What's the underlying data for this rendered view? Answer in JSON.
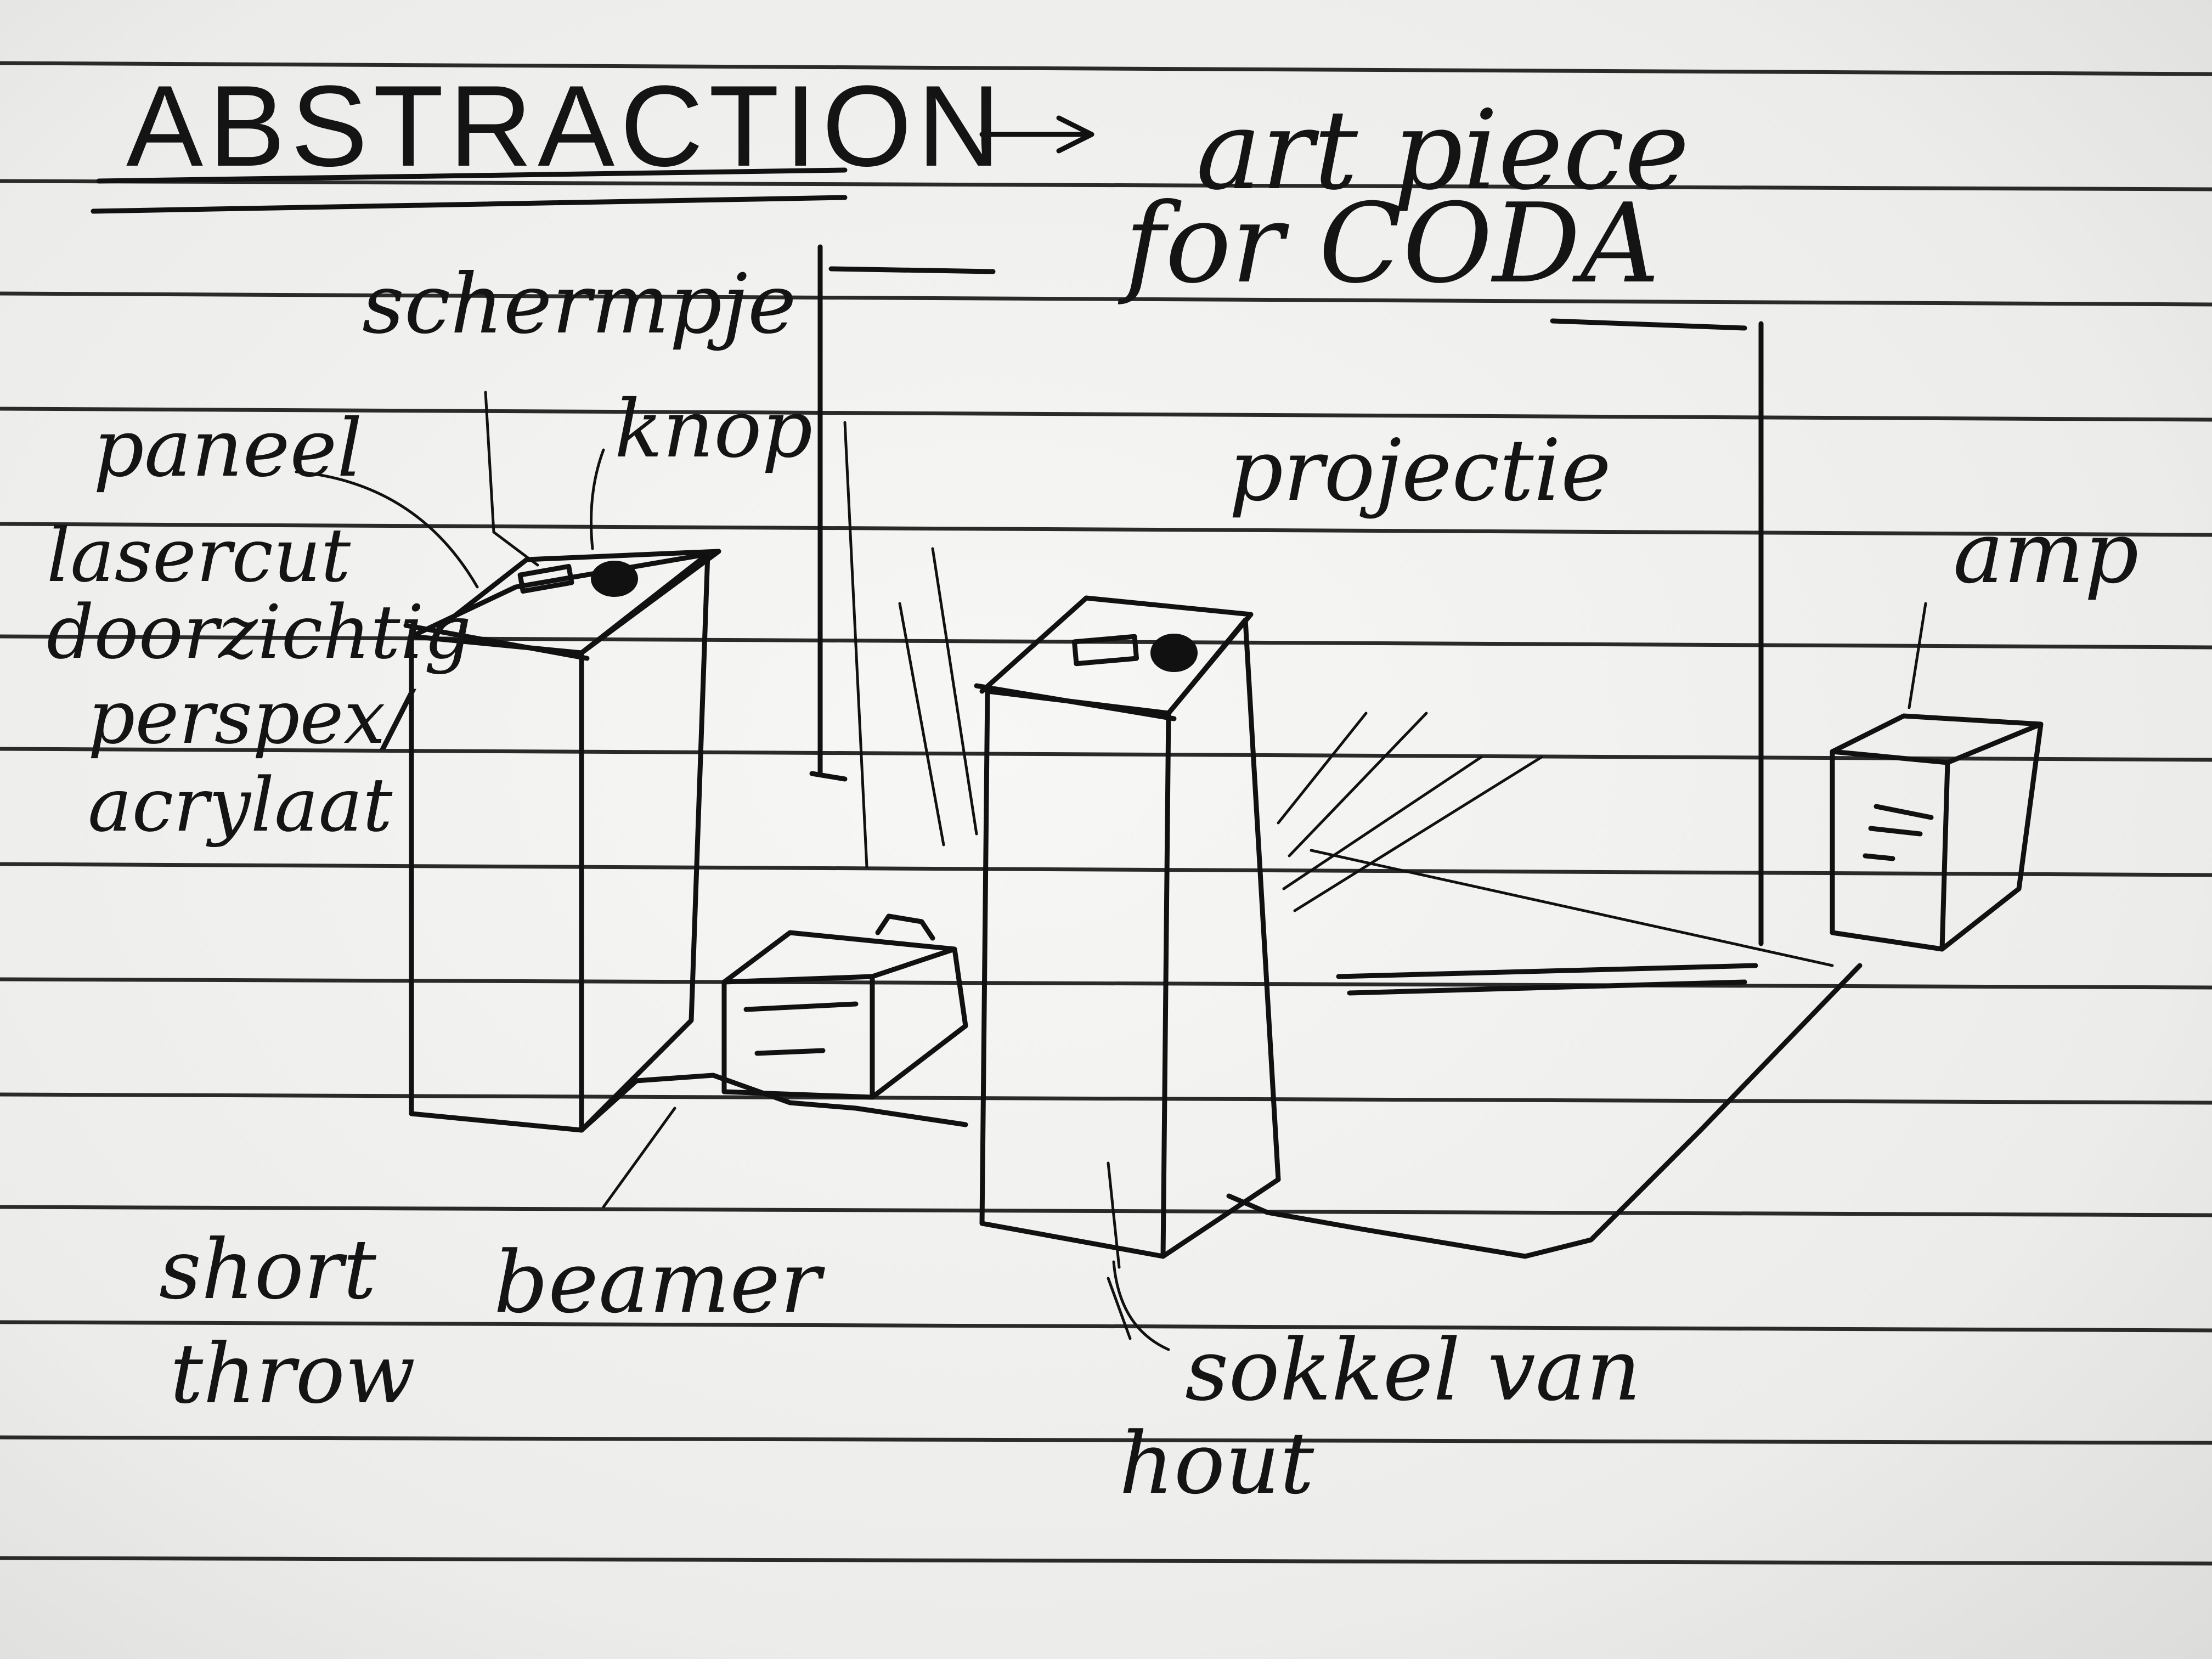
{
  "notes": {
    "title": "ABSTRACTION",
    "subtitle_line1": "art piece",
    "subtitle_line2": "for CODA",
    "schermpje": "schermpje",
    "paneel": "paneel",
    "knop": "knop",
    "lasercut": "lasercut",
    "doorzichtig": "doorzichtig",
    "perspex": "perspex/",
    "acrylaat": "acrylaat",
    "projectie": "projectie",
    "amp": "amp",
    "short": "short",
    "throw": "throw",
    "beamer": "beamer",
    "sokkel_van": "sokkel van",
    "hout": "hout"
  },
  "colors": {
    "ink": "#111111",
    "paper": "#f1f1ef",
    "rules": "#2a2a2a"
  }
}
